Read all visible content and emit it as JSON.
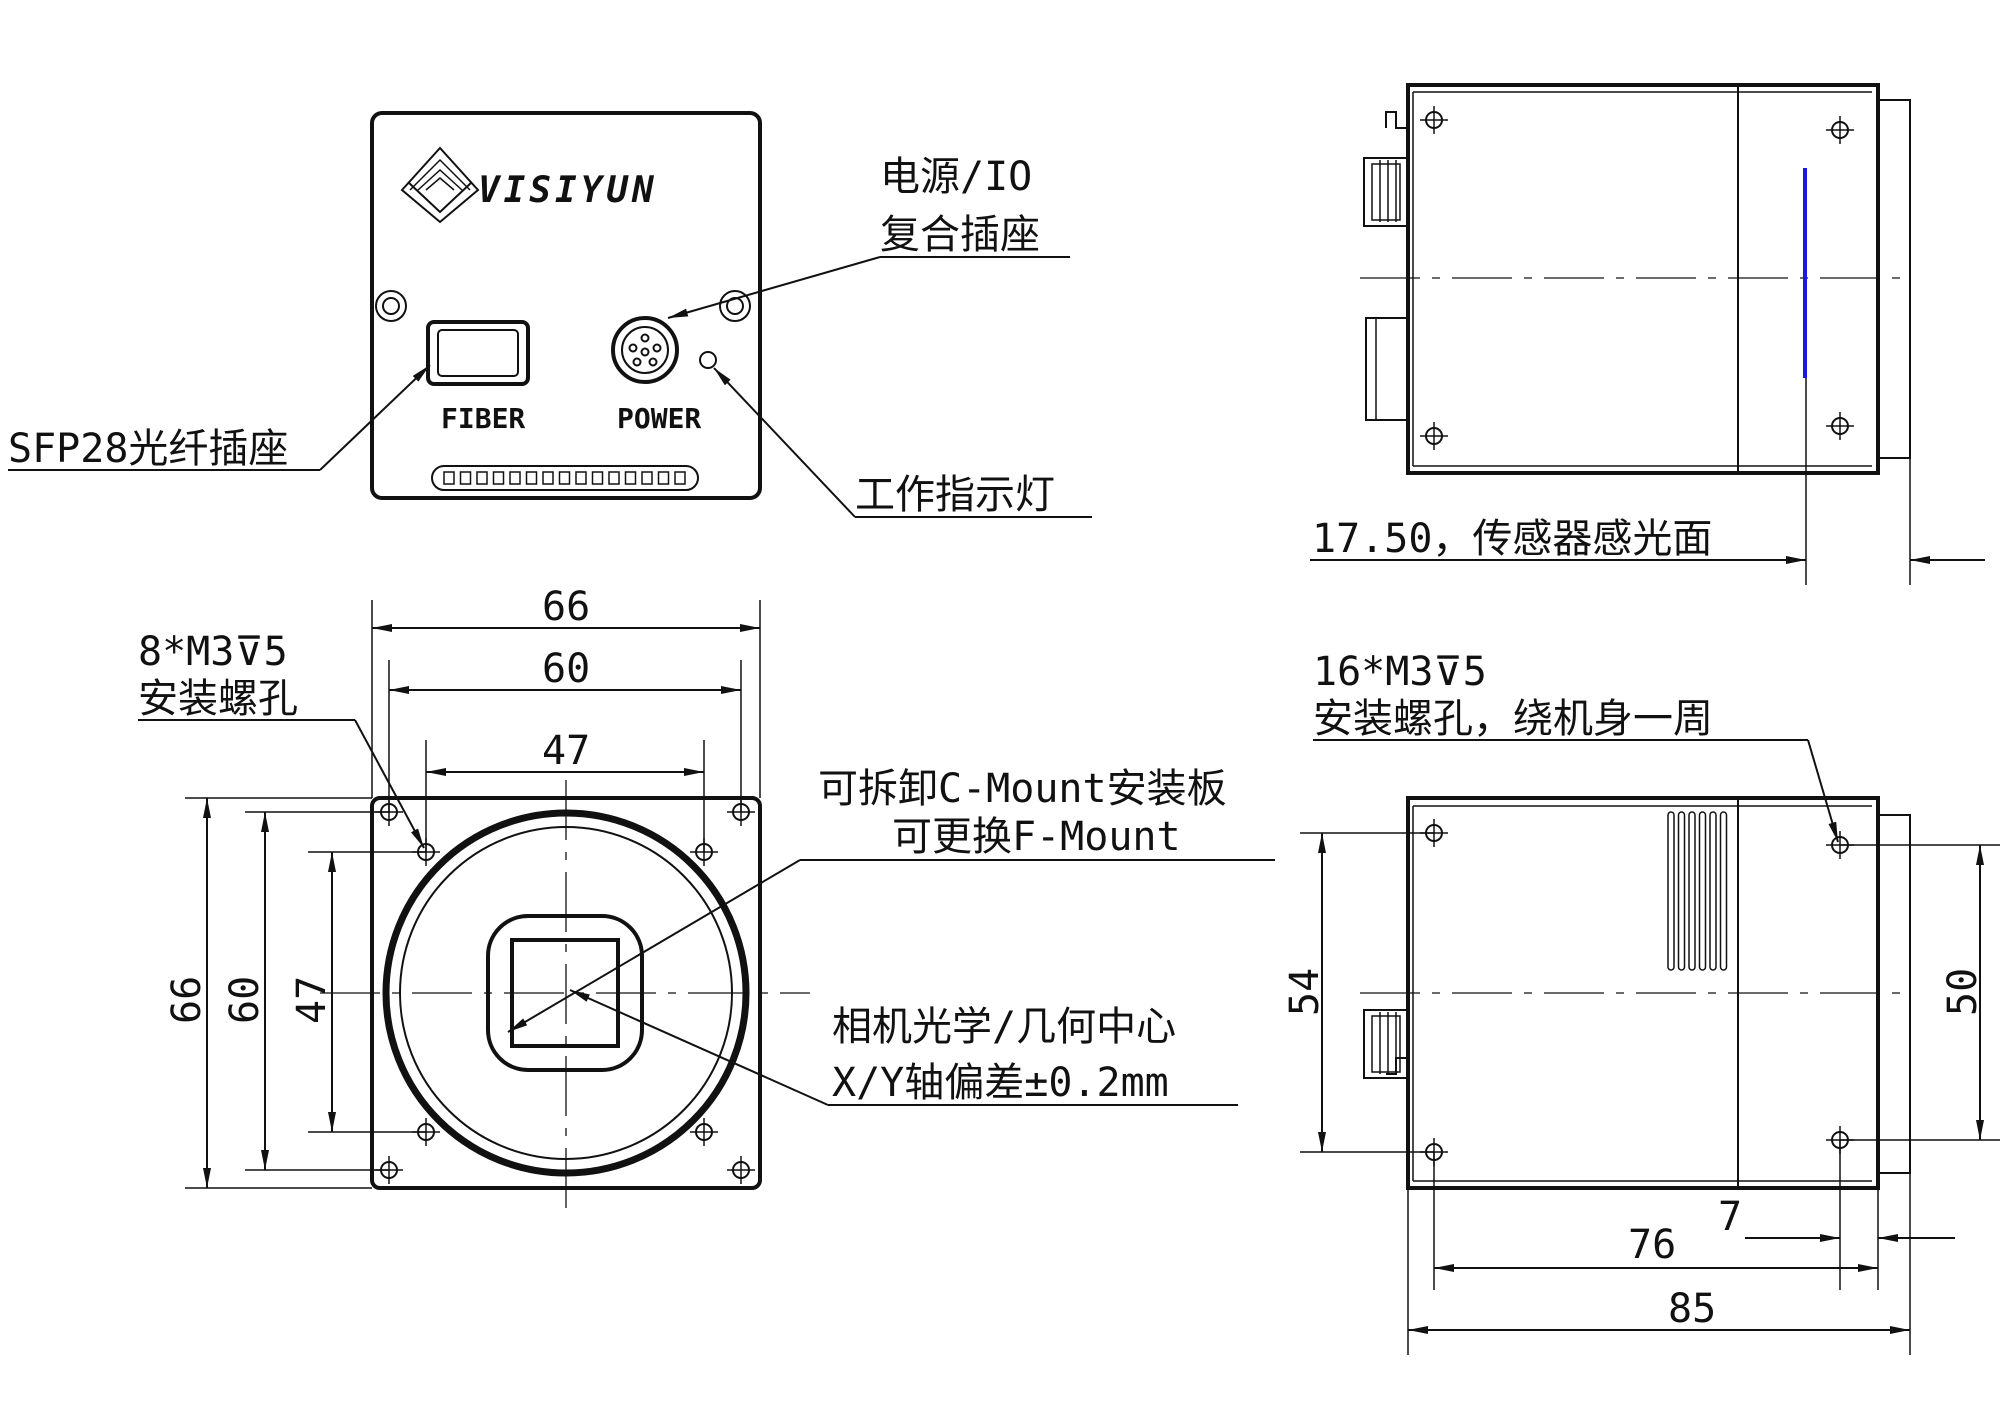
{
  "front_view": {
    "logo_text": "VISIYUN",
    "fiber_label": "FIBER",
    "power_label": "POWER"
  },
  "callouts": {
    "power_io": [
      "电源/IO",
      "复合插座"
    ],
    "sfp28": "SFP28光纤插座",
    "indicator": "工作指示灯",
    "sensor_plane": "17.50，传感器感光面",
    "front_screws": [
      "8*M3⊽5",
      "安装螺孔"
    ],
    "body_screws": [
      "16*M3⊽5",
      "安装螺孔，绕机身一周"
    ],
    "mount": [
      "可拆卸C-Mount安装板",
      "可更换F-Mount"
    ],
    "optical_center": [
      "相机光学/几何中心",
      "X/Y轴偏差±0.2mm"
    ]
  },
  "dimensions": {
    "width_66": "66",
    "width_60": "60",
    "width_47": "47",
    "height_66": "66",
    "height_60": "60",
    "height_47": "47",
    "side_54": "54",
    "side_50": "50",
    "length_7": "7",
    "length_76": "76",
    "length_85": "85"
  },
  "colors": {
    "line": "#111111",
    "sensor_plane": "#1a1adc"
  }
}
